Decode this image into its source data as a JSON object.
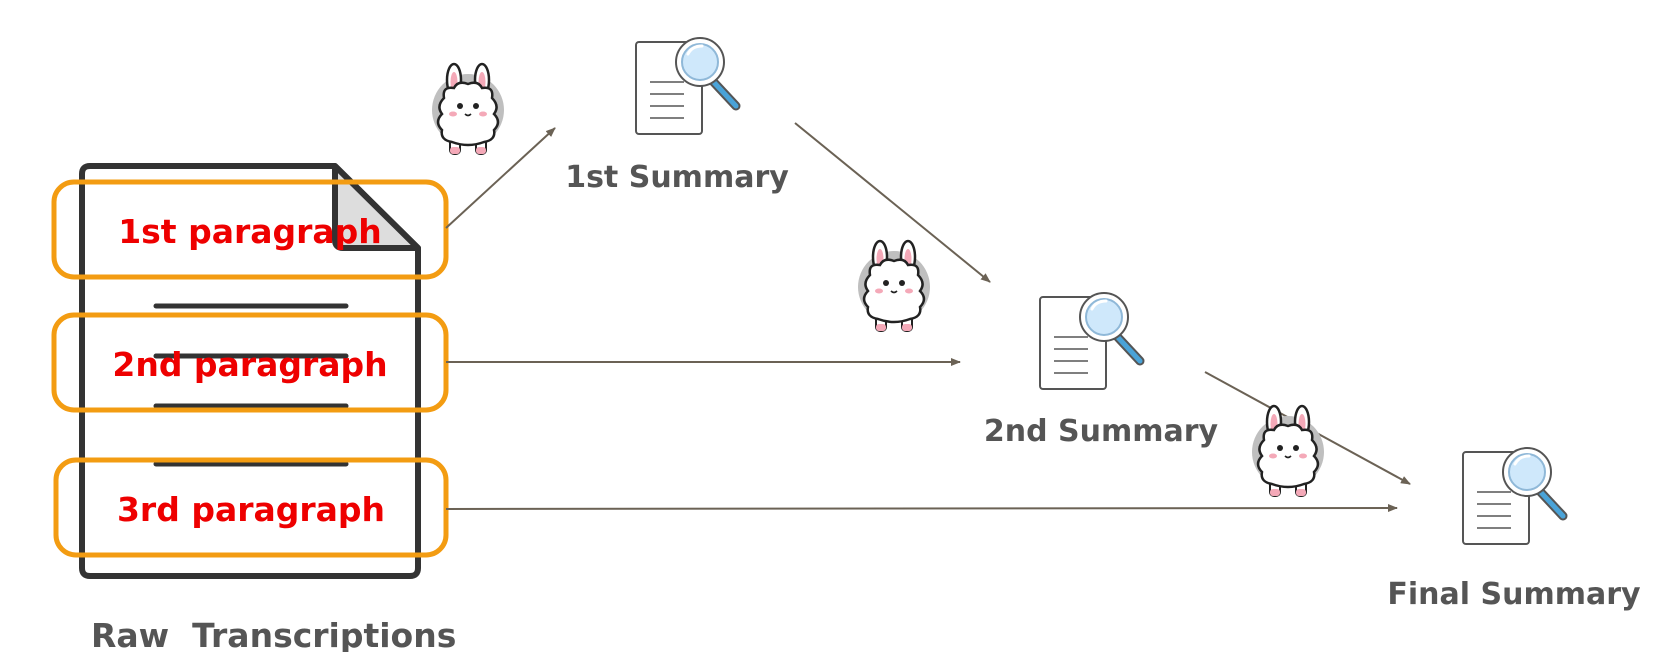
{
  "colors": {
    "paragraph_text": "#ee0000",
    "paragraph_box": "#f39c12",
    "label_text": "#555555",
    "arrow": "#6b6255",
    "doc_outline": "#333333",
    "doc_fold": "#dddddd",
    "magnifier_glass": "#cfe8fb",
    "magnifier_handle": "#4aa3d8",
    "llama_bg": "#bfbfbf",
    "llama_ear_inner": "#f4a9b8"
  },
  "raw_document": {
    "label": "Raw  Transcriptions",
    "icon": "document-icon"
  },
  "paragraphs": [
    {
      "label": "1st paragraph"
    },
    {
      "label": "2nd paragraph"
    },
    {
      "label": "3rd paragraph"
    }
  ],
  "summaries": [
    {
      "label": "1st Summary",
      "icon": "document-search-icon"
    },
    {
      "label": "2nd Summary",
      "icon": "document-search-icon"
    },
    {
      "label": "Final Summary",
      "icon": "document-search-icon"
    }
  ],
  "llm_icons": [
    {
      "icon": "llama-icon"
    },
    {
      "icon": "llama-icon"
    },
    {
      "icon": "llama-icon"
    }
  ]
}
